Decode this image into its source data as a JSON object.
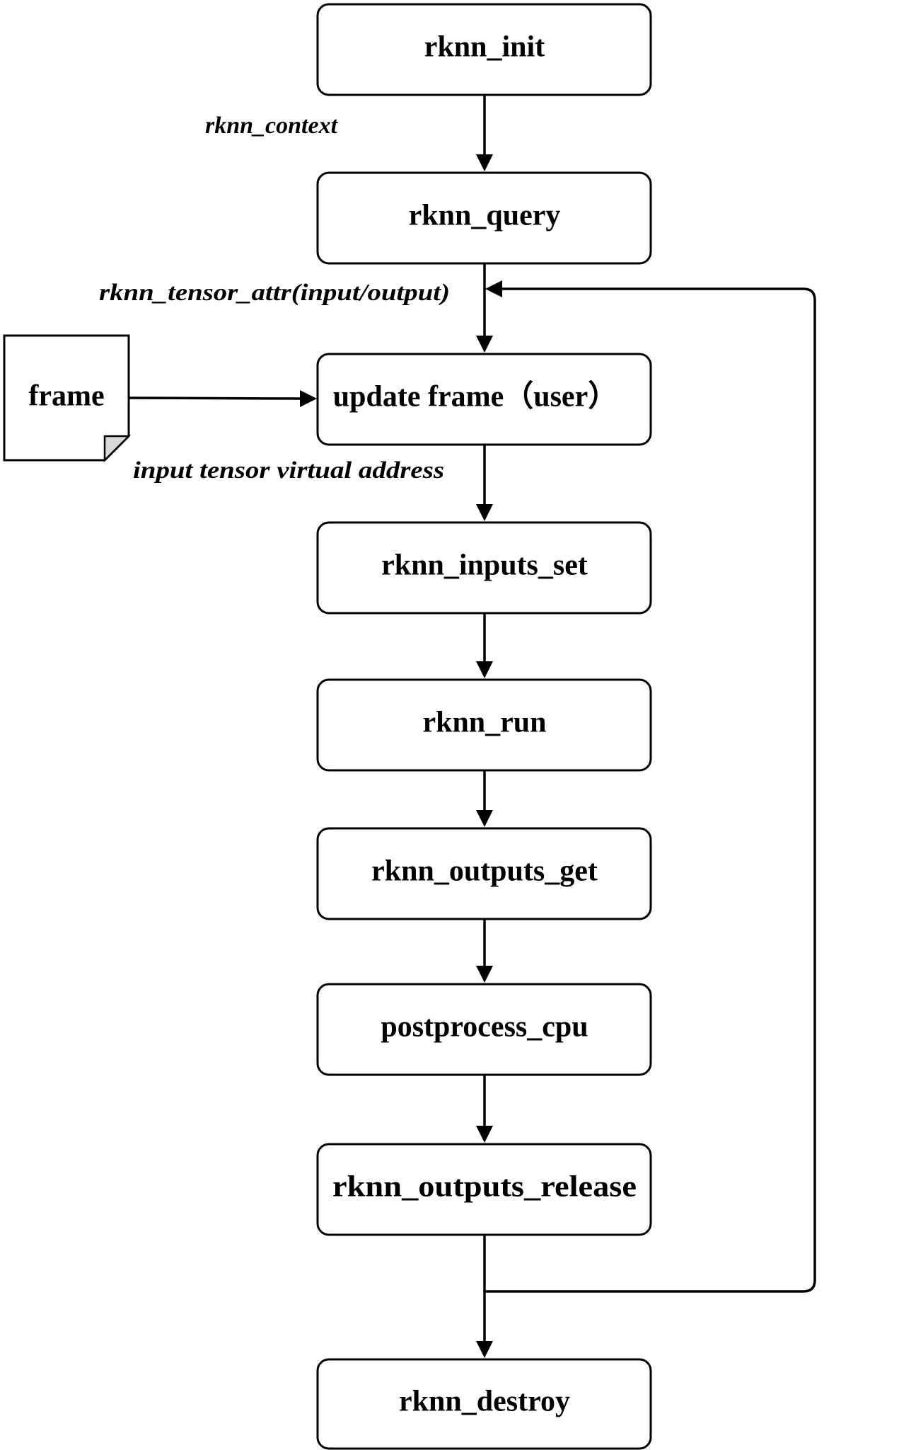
{
  "colors": {
    "highlight": "#f4b800",
    "text": "#000000",
    "stroke": "#000000"
  },
  "nodes": {
    "init": "rknn_init",
    "query": "rknn_query",
    "update_frame": "update frame（user）",
    "inputs_set": "rknn_inputs_set",
    "run": "rknn_run",
    "outputs_get": "rknn_outputs_get",
    "postprocess": "postprocess_cpu",
    "outputs_release": "rknn_outputs_release",
    "destroy": "rknn_destroy",
    "frame_doc": "frame"
  },
  "edge_labels": {
    "context": "rknn_context",
    "tensor_attr": "rknn_tensor_attr(input/output)",
    "virtual_address": "input tensor virtual address"
  }
}
